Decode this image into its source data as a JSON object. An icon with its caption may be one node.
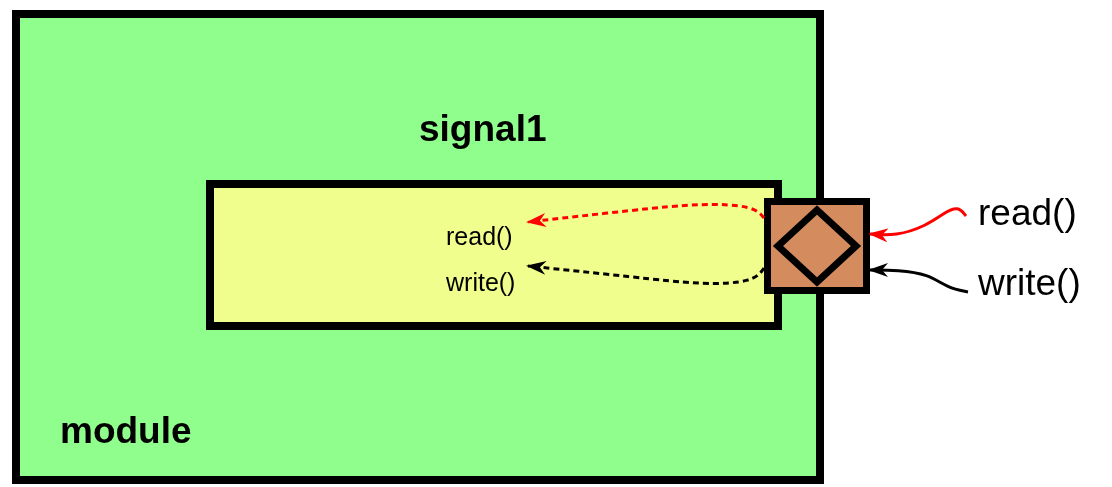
{
  "diagram": {
    "nodes": [
      {
        "text": [
          "module"
        ]
      },
      {
        "text": [
          "signal1"
        ],
        "in": 0
      },
      {
        "text": [
          "read()"
        ],
        "in": 1
      },
      {
        "text": [
          "write()"
        ],
        "in": 1
      },
      {
        "text": [],
        "shape": "box"
      },
      {
        "text": [
          "read()"
        ]
      },
      {
        "text": [
          "write()"
        ]
      }
    ],
    "edges": [
      {
        "from": 4,
        "to": 2,
        "arrow": "to",
        "style": "dashed",
        "color": "#ff0000"
      },
      {
        "from": 4,
        "to": 3,
        "arrow": "to",
        "style": "dashed",
        "color": "#000000"
      },
      {
        "from": 5,
        "to": 4,
        "arrow": "to",
        "color": "#ff0000"
      },
      {
        "from": 6,
        "to": 4,
        "arrow": "to",
        "color": "#000000"
      }
    ]
  }
}
